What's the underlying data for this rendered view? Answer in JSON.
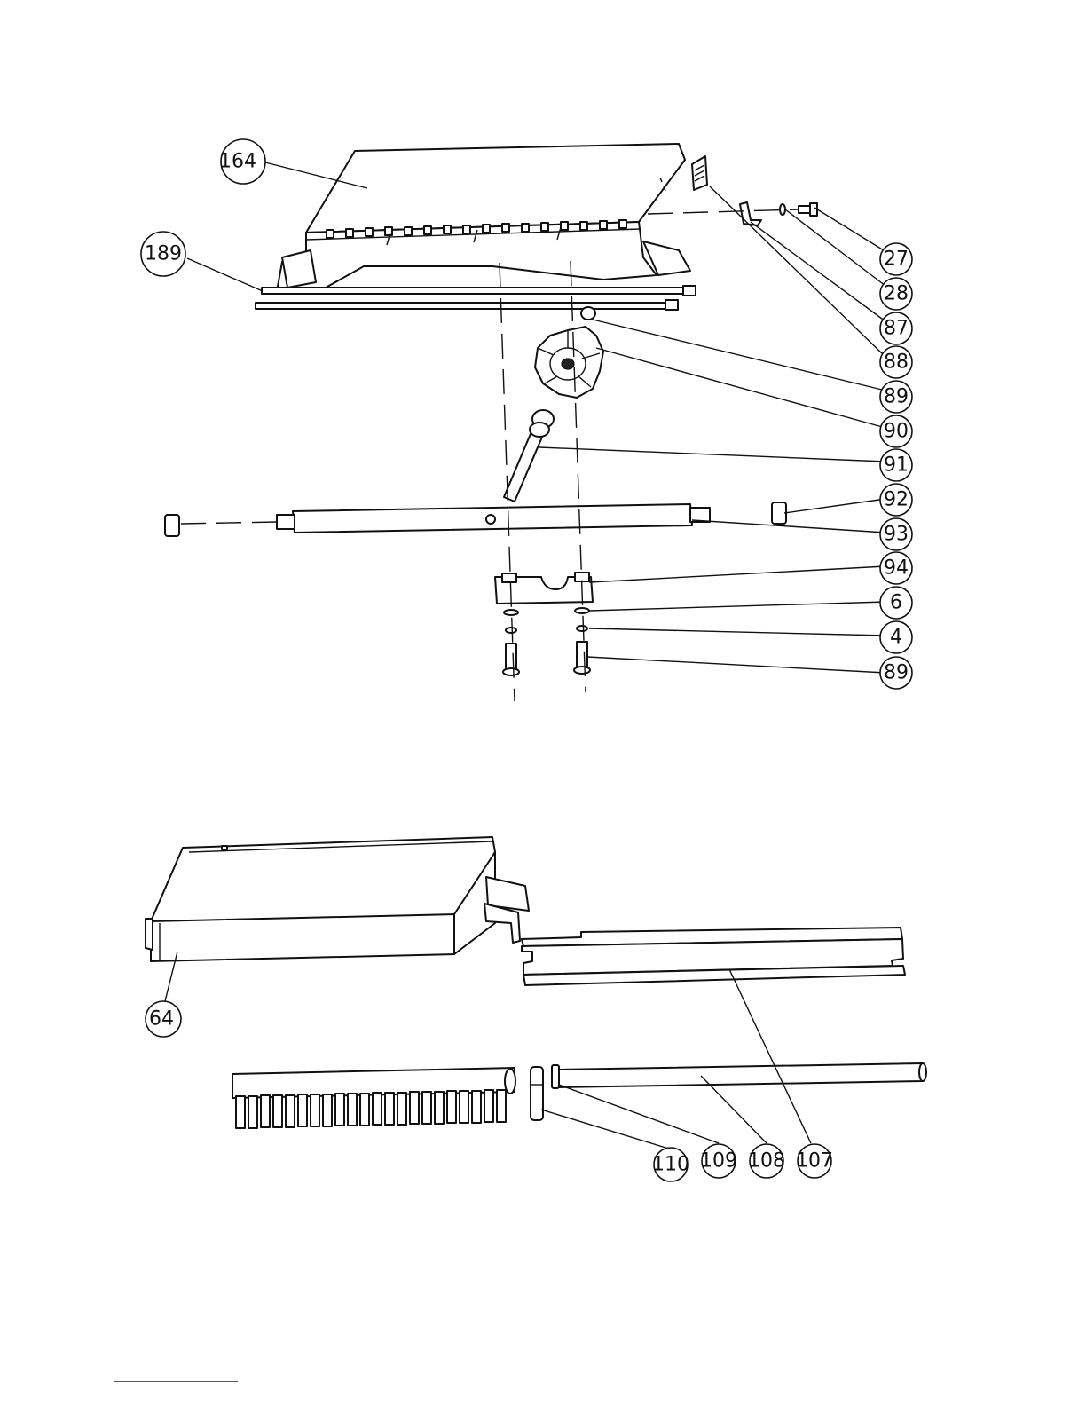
{
  "callouts": {
    "c164": "164",
    "c189": "189",
    "c27": "27",
    "c28": "28",
    "c87": "87",
    "c88": "88",
    "c89a": "89",
    "c90": "90",
    "c91": "91",
    "c92": "92",
    "c93": "93",
    "c94": "94",
    "c6": "6",
    "c4": "4",
    "c89b": "89",
    "c64": "64",
    "c110": "110",
    "c109": "109",
    "c108": "108",
    "c107": "107"
  }
}
